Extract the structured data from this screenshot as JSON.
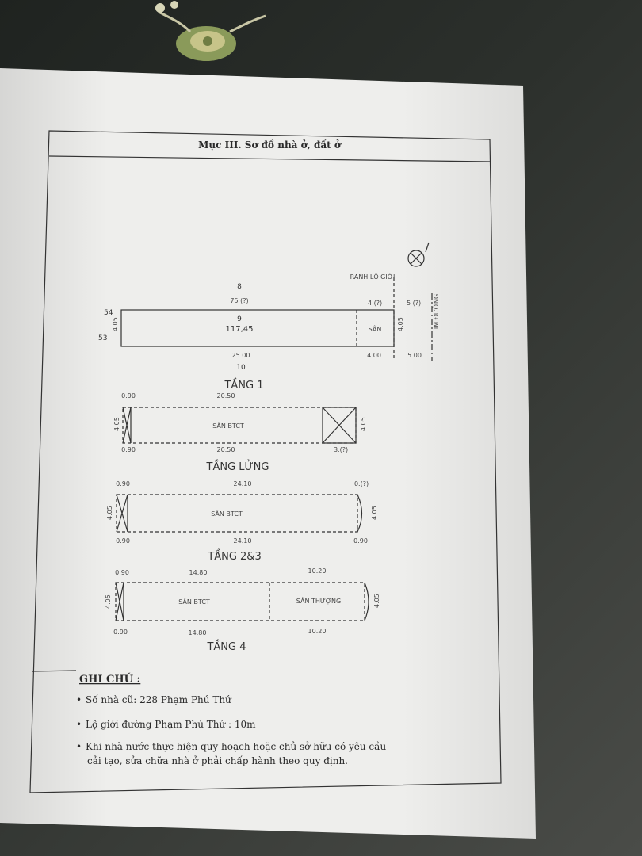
{
  "document": {
    "section_title": "Mục III. Sơ đồ nhà ở, đất ở",
    "site": {
      "north_mark": "8",
      "left_marks": [
        "54",
        "53"
      ],
      "bottom_mark": "10",
      "lot_number": "9",
      "area": "117,45",
      "room_label": "SÂN",
      "boundary_label": "RANH LỘ GIỚI",
      "street_label": "TIM ĐƯỜNG",
      "top_dims": [
        "75 (?)",
        "4 (?)",
        "5 (?)"
      ],
      "bottom_dims": [
        "25.00",
        "4.00",
        "5.00"
      ],
      "side_dims": [
        "4.05",
        "4.05"
      ]
    },
    "floors": [
      {
        "title": "TẦNG 1",
        "room_label": "SÂN BTCT",
        "top_dims": [
          "0.90",
          "20.50"
        ],
        "bottom_dims": [
          "0.90",
          "20.50",
          "3.(?)"
        ],
        "side_dims": [
          "4.05",
          "4.05"
        ]
      },
      {
        "title": "TẦNG LỬNG",
        "room_label": "SÂN BTCT",
        "top_dims": [
          "0.90",
          "24.10",
          "0.(?)"
        ],
        "bottom_dims": [
          "0.90",
          "24.10",
          "0.90"
        ],
        "side_dims": [
          "4.05",
          "4.05"
        ]
      },
      {
        "title": "TẦNG 2&3",
        "room_labels": [
          "SÂN BTCT",
          "SÂN THƯỢNG"
        ],
        "top_dims": [
          "0.90",
          "14.80",
          "10.20"
        ],
        "bottom_dims": [
          "0.90",
          "14.80",
          "10.20"
        ],
        "side_dims": [
          "4.05",
          "4.05"
        ]
      }
    ],
    "floor4_title": "TẦNG 4",
    "notes_title": "GHI CHÚ :",
    "notes": [
      "Số nhà cũ: 228 Phạm Phú Thứ",
      "Lộ giới đường Phạm Phú Thứ : 10m",
      "Khi nhà nước thực hiện quy hoạch hoặc chủ sở hữu có yêu cầu",
      "cải tạo, sửa chữa nhà ở phải chấp hành theo quy định."
    ]
  }
}
